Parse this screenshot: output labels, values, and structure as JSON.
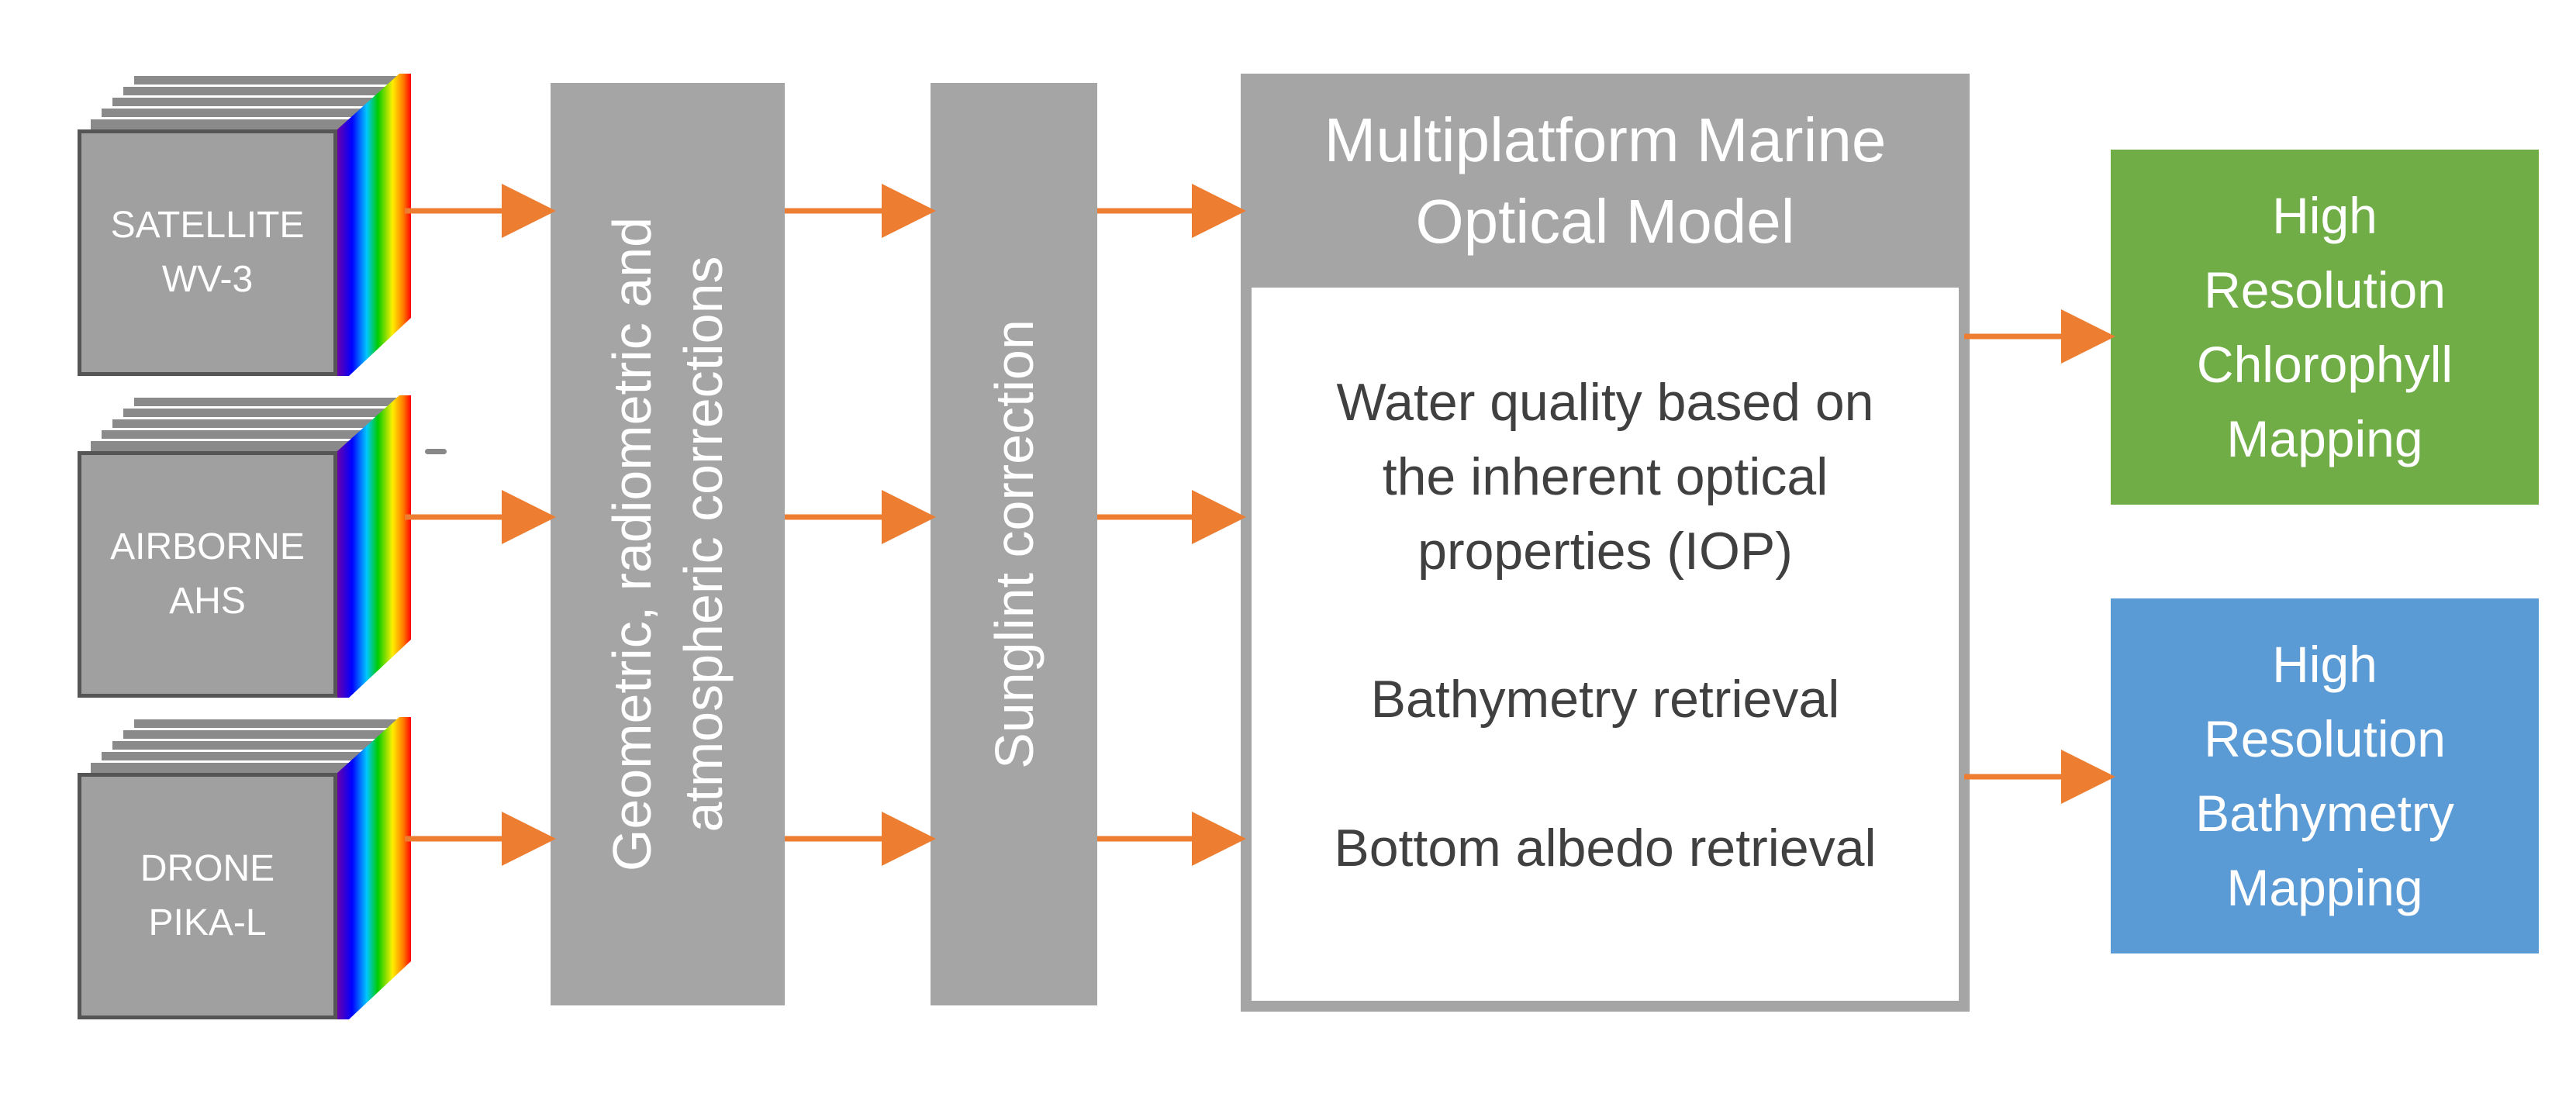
{
  "sources": [
    {
      "line1": "SATELLITE",
      "line2": "WV-3"
    },
    {
      "line1": "AIRBORNE",
      "line2": "AHS"
    },
    {
      "line1": "DRONE",
      "line2": "PIKA-L"
    }
  ],
  "corrections": {
    "line1": "Geometric, radiometric and",
    "line2": "atmospheric corrections"
  },
  "sunglint": {
    "label": "Sunglint correction"
  },
  "model": {
    "title_line1": "Multiplatform Marine",
    "title_line2": "Optical Model",
    "items": {
      "wq_line1": "Water quality based on",
      "wq_line2": "the inherent optical",
      "wq_line3": "properties (IOP)",
      "bathymetry": "Bathymetry retrieval",
      "albedo": "Bottom albedo retrieval"
    }
  },
  "outputs": [
    {
      "l1": "High",
      "l2": "Resolution",
      "l3": "Chlorophyll",
      "l4": "Mapping",
      "color": "#70ad47"
    },
    {
      "l1": "High",
      "l2": "Resolution",
      "l3": "Bathymetry",
      "l4": "Mapping",
      "color": "#5b9bd5"
    }
  ],
  "colors": {
    "arrow": "#ed7d31",
    "box_gray": "#a5a5a5"
  }
}
